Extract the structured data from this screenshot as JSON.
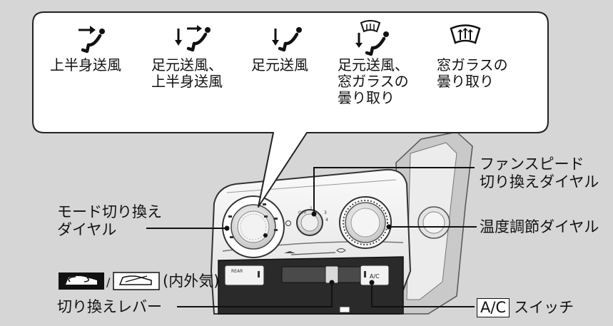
{
  "modes": [
    {
      "icon": "upper-body-vent-icon",
      "label": "上半身送風"
    },
    {
      "icon": "feet-and-upper-body-vent-icon",
      "label": "足元送風、\n上半身送風"
    },
    {
      "icon": "feet-vent-icon",
      "label": "足元送風"
    },
    {
      "icon": "feet-and-defog-icon",
      "label": "足元送風、\n窓ガラスの\n曇り取り"
    },
    {
      "icon": "windshield-defog-icon",
      "label": "窓ガラスの\n曇り取り"
    }
  ],
  "callouts": {
    "mode_dial": "モード切り換え\nダイヤル",
    "fan_speed_dial": "ファンスピード\n切り換えダイヤル",
    "temperature_dial": "温度調節ダイヤル",
    "recirc_lever_suffix": "(内外気)",
    "recirc_lever_name": "切り換えレバー",
    "ac_button_text": "A/C",
    "ac_switch_suffix": "スイッチ"
  },
  "panel_text": {
    "fan_off": "OFF",
    "fan_1": "1",
    "fan_3": "3",
    "fan_4": "4",
    "rear_button": "REAR",
    "ac_button": "A/C"
  },
  "colors": {
    "background": "#d6d6d6",
    "bubble": "#ffffff",
    "panel_light": "#f4f4f4",
    "panel_dark": "#222222"
  }
}
